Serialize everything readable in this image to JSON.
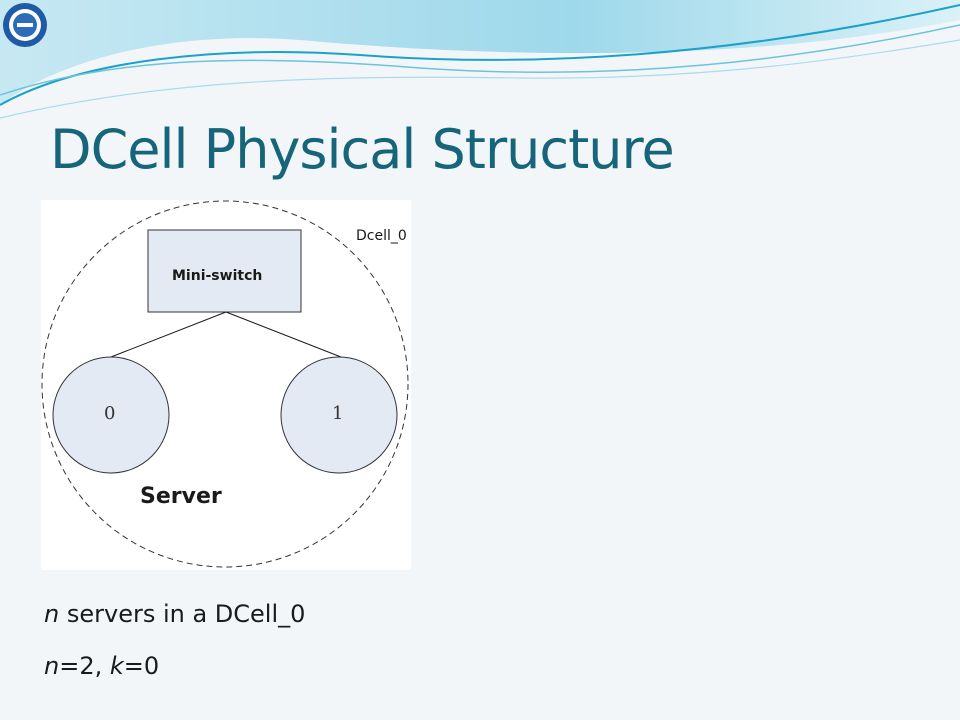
{
  "slide": {
    "title": "DCell Physical Structure"
  },
  "diagram": {
    "container_label": "Dcell_0",
    "switch_label": "Mini-switch",
    "server_label": "Server",
    "nodes": [
      "0",
      "1"
    ]
  },
  "body": {
    "line1": {
      "var": "n",
      "rest": " servers in a DCell_0"
    },
    "line2": {
      "var_n": "n",
      "eq_n": "=2, ",
      "var_k": "k",
      "eq_k": "=0"
    }
  },
  "colors": {
    "title": "#17657a",
    "node_fill": "#e4eaf3",
    "switch_fill": "#e4eaf3",
    "wave_dark": "#1aa2c9",
    "wave_light": "#a9dcea"
  }
}
